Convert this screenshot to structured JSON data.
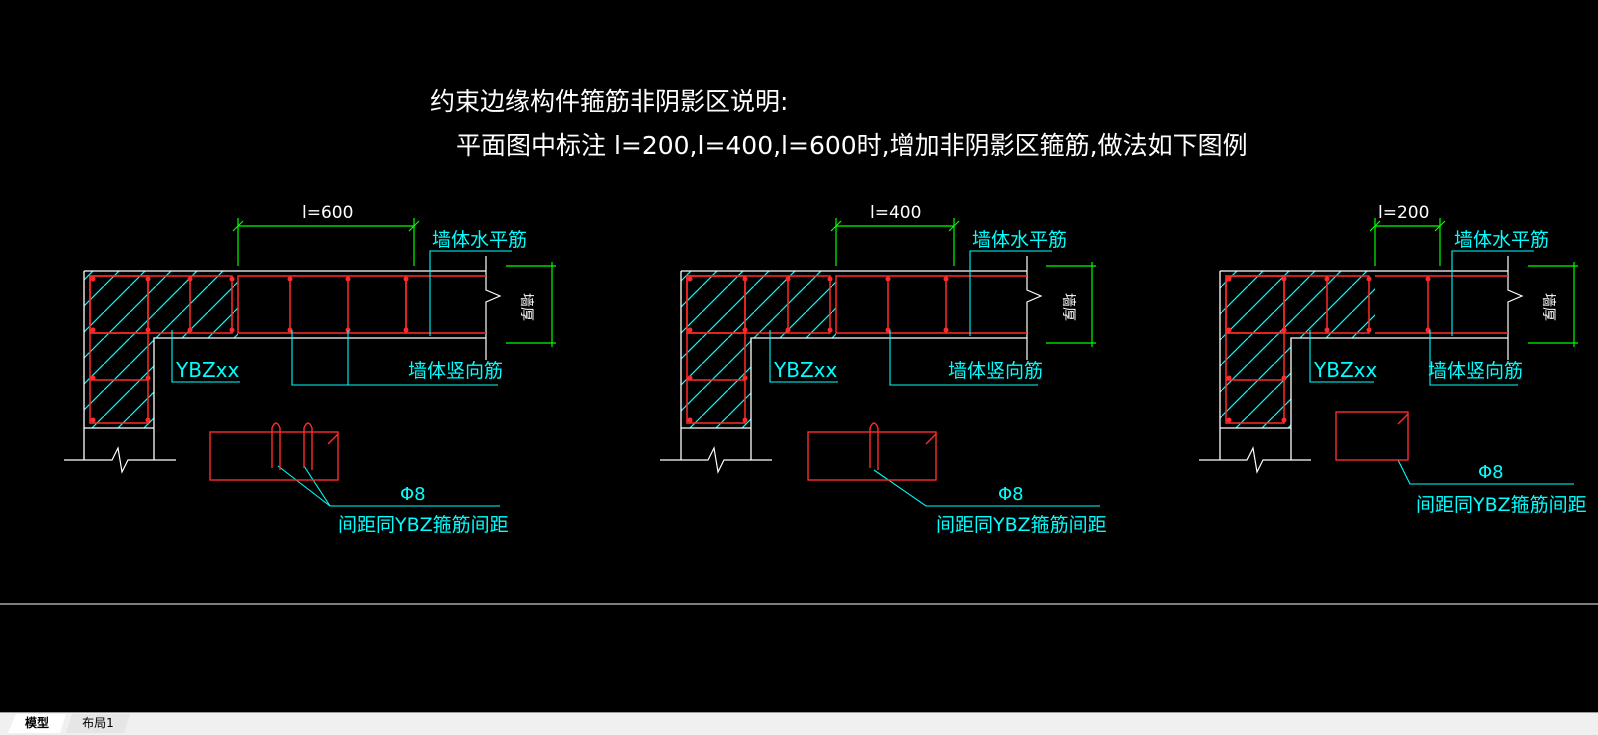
{
  "app": {
    "model_tab": "模型",
    "layout_tab": "布局1"
  },
  "colors": {
    "background": "#000000",
    "wall_outline": "#ffffff",
    "rebar": "#ff2a2a",
    "leader": "#00ffff",
    "dimension": "#00ff00",
    "text": "#ffffff"
  },
  "notes": {
    "title": "约束边缘构件箍筋非阴影区说明:",
    "body": "平面图中标注 l=200,l=400,l=600时,增加非阴影区箍筋,做法如下图例"
  },
  "details": [
    {
      "dim_label": "l=600",
      "horizontal_rebar_label": "墙体水平筋",
      "vertical_rebar_label": "墙体竖向筋",
      "thickness_label": "墙厚",
      "member_label": "YBZxx",
      "bar_label": "Φ8",
      "spacing_label": "间距同YBZ箍筋间距"
    },
    {
      "dim_label": "l=400",
      "horizontal_rebar_label": "墙体水平筋",
      "vertical_rebar_label": "墙体竖向筋",
      "thickness_label": "墙厚",
      "member_label": "YBZxx",
      "bar_label": "Φ8",
      "spacing_label": "间距同YBZ箍筋间距"
    },
    {
      "dim_label": "l=200",
      "horizontal_rebar_label": "墙体水平筋",
      "vertical_rebar_label": "墙体竖向筋",
      "thickness_label": "墙厚",
      "member_label": "YBZxx",
      "bar_label": "Φ8",
      "spacing_label": "间距同YBZ箍筋间距"
    }
  ]
}
